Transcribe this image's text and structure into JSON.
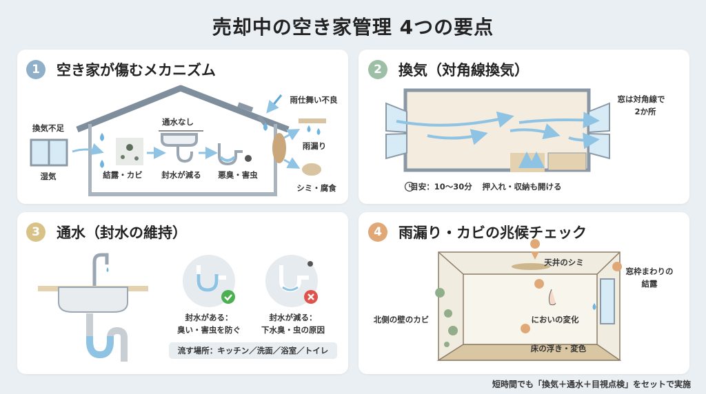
{
  "title": "売却中の空き家管理 4つの要点",
  "colors": {
    "p1": "#8fb0c8",
    "p2": "#9dbfa6",
    "p3": "#d8c287",
    "p4": "#e0a877",
    "water": "#8ec3e3",
    "background": "#e9eff3"
  },
  "panel1": {
    "number": "1",
    "heading": "空き家が傷むメカニズム",
    "labels": {
      "poor_ventilation": "換気不足",
      "humidity": "湿気",
      "condensation_mold": "結露・カビ",
      "no_water_flow": "通水なし",
      "seal_water_decrease": "封水が減る",
      "odor_pests": "悪臭・害虫",
      "poor_flashing": "雨仕舞い不良",
      "leak": "雨漏り",
      "stain_corrosion": "シミ・腐食"
    }
  },
  "panel2": {
    "number": "2",
    "heading": "換気（対角線換気）",
    "windows_note": [
      "窓は対角線で",
      "2か所"
    ],
    "time_guide": "目安：10〜30分",
    "storage_note": "押入れ・収納も開ける"
  },
  "panel3": {
    "number": "3",
    "heading": "通水（封水の維持）",
    "good": [
      "封水がある：",
      "臭い・害虫を防ぐ"
    ],
    "bad": [
      "封水が減る：",
      "下水臭・虫の原因"
    ],
    "places": "流す場所：キッチン／洗面／浴室／トイレ"
  },
  "panel4": {
    "number": "4",
    "heading": "雨漏り・カビの兆候チェック",
    "ceiling": "天井のシミ",
    "window_condensation": [
      "窓枠まわりの",
      "結露"
    ],
    "north_wall_mold": "北側の壁のカビ",
    "smell_change": "においの変化",
    "floor": "床の浮き・変色"
  },
  "footer": "短時間でも「換気＋通水＋目視点検」をセットで実施"
}
